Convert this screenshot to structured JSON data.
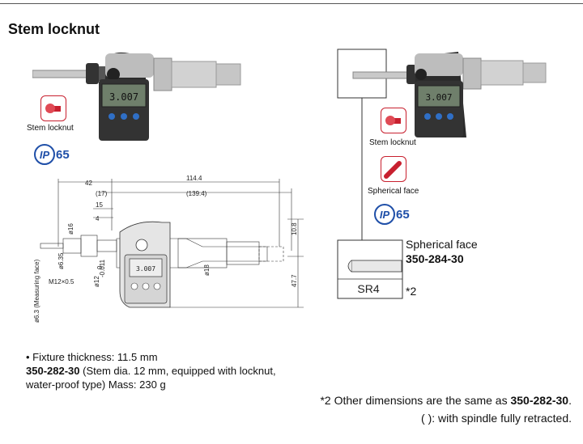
{
  "title": "Stem locknut",
  "left_figure": {
    "lcd_reading": "3.007",
    "badge_label": "Stem locknut",
    "ip_letters": "IP",
    "ip_rating": "65"
  },
  "drawing": {
    "dims_top": [
      "42",
      "114.4",
      "(17)",
      "(139.4)",
      "15",
      "4"
    ],
    "dims_side": [
      "ø16",
      "ø6.35",
      "M12×0.5",
      "ø12",
      "0",
      "-0.011",
      "ø18",
      "10.8",
      "47.7",
      "ø6.3 (Measuring face)"
    ],
    "lcd_reading": "3.007"
  },
  "right_figure": {
    "lcd_reading": "3.007",
    "badge1_label": "Stem locknut",
    "badge2_label": "Spherical face",
    "ip_letters": "IP",
    "ip_rating": "65",
    "spherical_title": "Spherical face",
    "spherical_code": "350-284-30",
    "sr_label": "SR4",
    "note_mark": "*2"
  },
  "notes": {
    "bullet": "• Fixture thickness: 11.5 mm",
    "code": "350-282-30",
    "desc1": " (Stem dia. 12 mm, equipped with locknut,",
    "desc2": "water-proof type) Mass: 230 g"
  },
  "right_notes": {
    "line1_prefix": "*2 Other dimensions are the same as ",
    "line1_code": "350-282-30",
    "line1_suffix": ".",
    "line2": "( ): with spindle fully retracted."
  }
}
